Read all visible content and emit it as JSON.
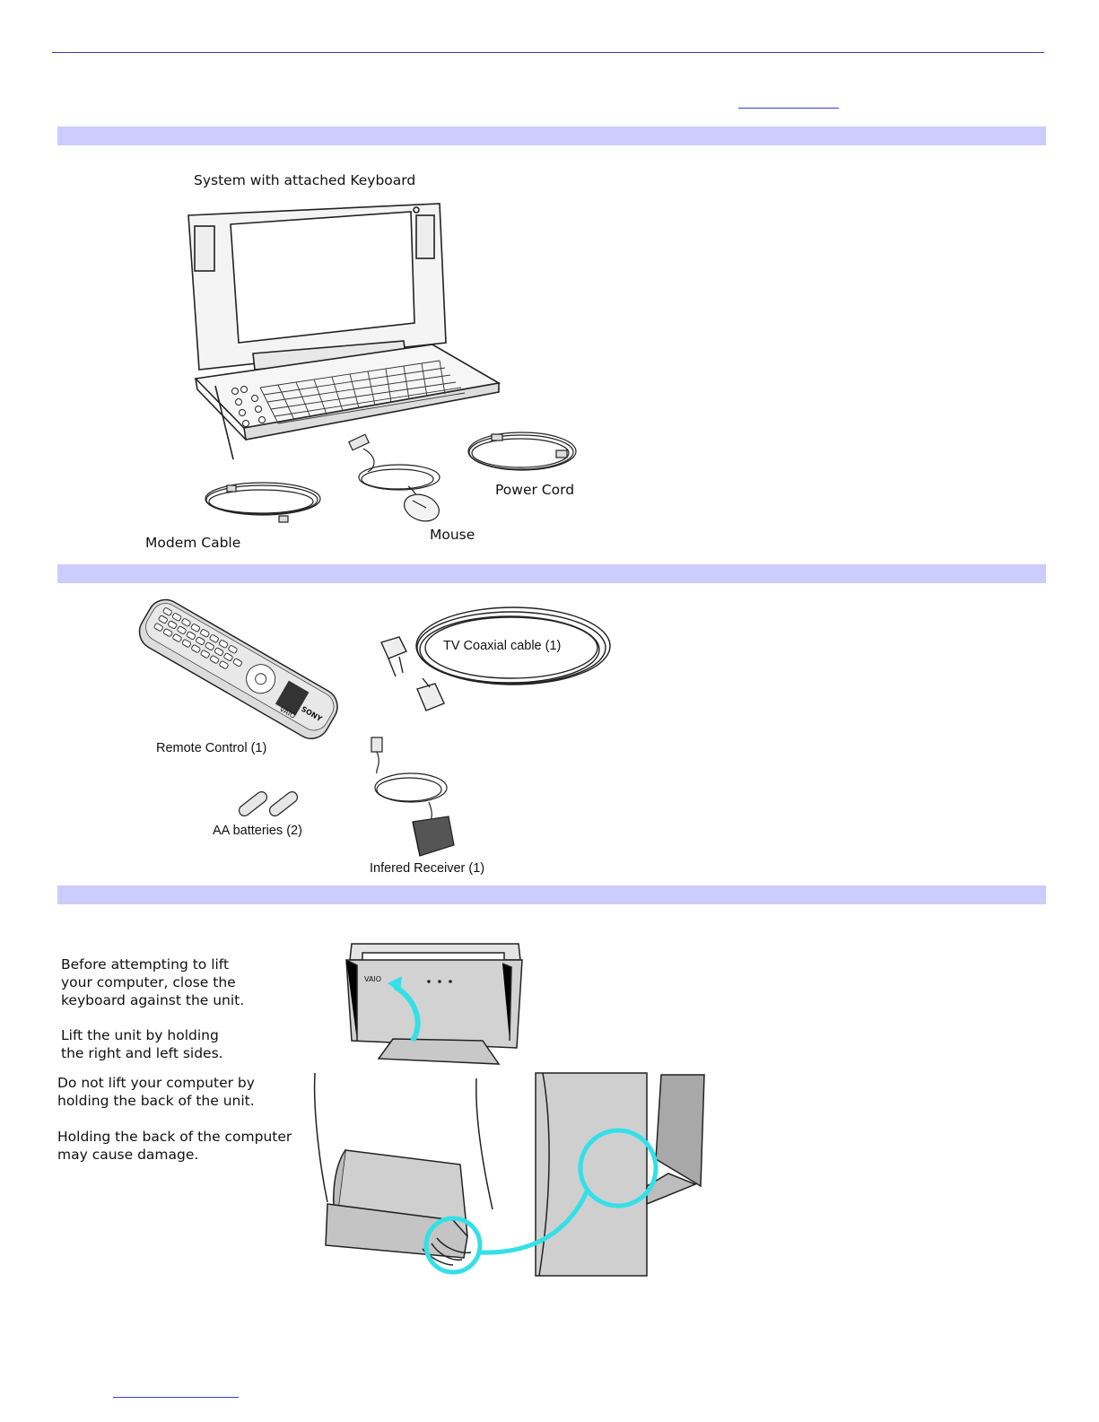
{
  "section1": {
    "system_label": "System with attached Keyboard",
    "modem_label": "Modem Cable",
    "mouse_label": "Mouse",
    "power_label": "Power Cord"
  },
  "section2": {
    "remote_label": "Remote Control (1)",
    "batteries_label": "AA batteries (2)",
    "coax_label": "TV Coaxial cable (1)",
    "receiver_label": "Infered Receiver (1)",
    "remote_brand_vaio": "VAIO",
    "remote_brand_sony": "SONY"
  },
  "section3": {
    "lift_instructions_1": [
      "Before attempting to lift",
      "your computer, close the",
      "keyboard against the unit."
    ],
    "lift_instructions_2": [
      "Lift the unit by holding",
      "the right and left sides."
    ],
    "warning_1": [
      "Do not lift your computer by",
      "holding the back of the unit."
    ],
    "warning_2": [
      "Holding the back of the computer",
      "may cause damage."
    ],
    "unit_logo": "VAIO"
  },
  "colors": {
    "band": "#ccccff",
    "rule": "#3b3bb0",
    "highlight": "#33e0e8"
  }
}
